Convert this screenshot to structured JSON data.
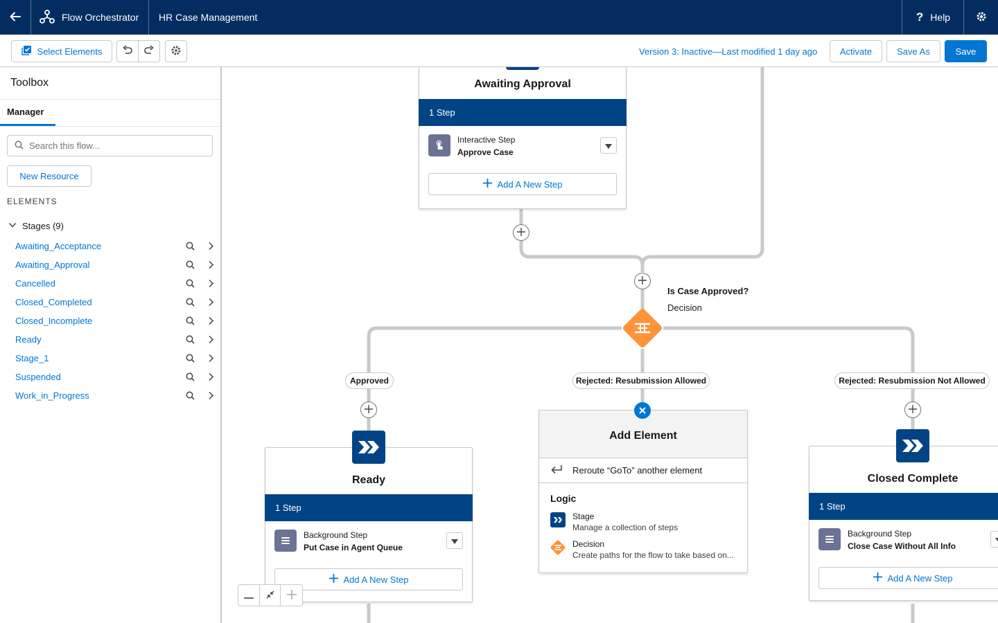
{
  "header": {
    "app_name": "Flow Orchestrator",
    "flow_name": "HR Case Management",
    "help_label": "Help"
  },
  "toolbar": {
    "select_elements_label": "Select Elements",
    "version_text": "Version 3: Inactive—Last modified 1 day ago",
    "activate_label": "Activate",
    "save_as_label": "Save As",
    "save_label": "Save"
  },
  "sidebar": {
    "title": "Toolbox",
    "tab_manager": "Manager",
    "search_placeholder": "Search this flow...",
    "new_resource_label": "New Resource",
    "elements_heading": "ELEMENTS",
    "stages_heading": "Stages (9)",
    "stages": [
      {
        "label": "Awaiting_Acceptance"
      },
      {
        "label": "Awaiting_Approval"
      },
      {
        "label": "Cancelled"
      },
      {
        "label": "Closed_Completed"
      },
      {
        "label": "Closed_Incomplete"
      },
      {
        "label": "Ready"
      },
      {
        "label": "Stage_1"
      },
      {
        "label": "Suspended"
      },
      {
        "label": "Work_in_Progress"
      }
    ]
  },
  "canvas": {
    "awaiting_approval": {
      "title": "Awaiting Approval",
      "steps_count": "1 Step",
      "step_type": "Interactive Step",
      "step_name": "Approve Case",
      "add_step_label": "Add A New Step"
    },
    "decision": {
      "title": "Is Case Approved?",
      "subtitle": "Decision",
      "outcomes": [
        "Approved",
        "Rejected: Resubmission Allowed",
        "Rejected: Resubmission Not Allowed"
      ]
    },
    "ready": {
      "title": "Ready",
      "steps_count": "1 Step",
      "step_type": "Background Step",
      "step_name": "Put Case in Agent Queue",
      "add_step_label": "Add A New Step"
    },
    "closed_complete": {
      "title": "Closed Complete",
      "steps_count": "1 Step",
      "step_type": "Background Step",
      "step_name": "Close Case Without All Info",
      "add_step_label": "Add A New Step"
    },
    "add_element": {
      "title": "Add Element",
      "reroute_label": "Reroute “GoTo” another element",
      "logic_heading": "Logic",
      "options": [
        {
          "name": "Stage",
          "desc": "Manage a collection of steps"
        },
        {
          "name": "Decision",
          "desc": "Create paths for the flow to take based on..."
        }
      ]
    }
  },
  "colors": {
    "header_bg": "#032d60",
    "brand": "#0176d3",
    "stage_band": "#014486",
    "decision_orange": "#fe9339",
    "connector": "#c9c9c9"
  }
}
